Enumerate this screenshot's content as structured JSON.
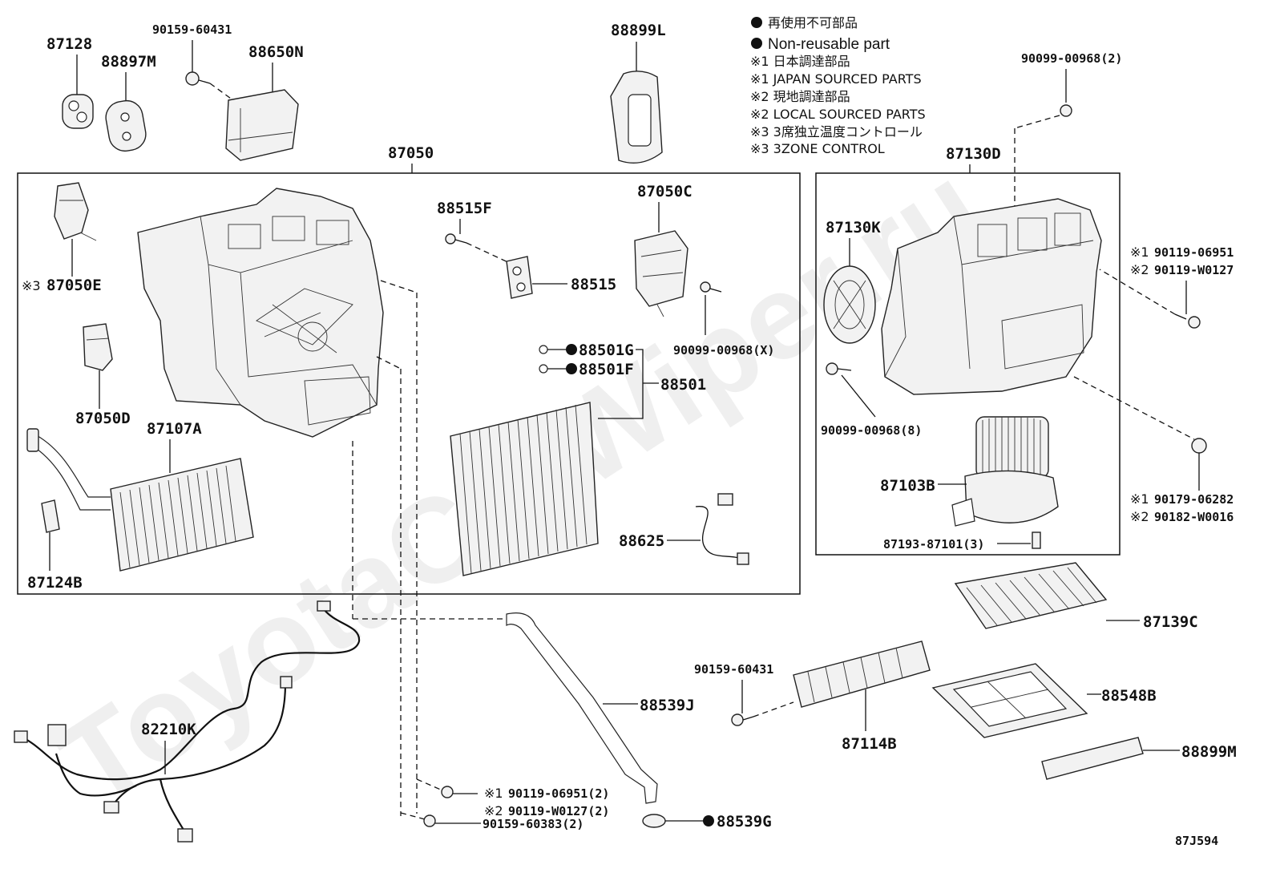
{
  "legend": {
    "line1_ja": "再使用不可部品",
    "line1_en": "Non-reusable part",
    "line2_ja": "※1 日本調達部品",
    "line2_en": "※1 JAPAN SOURCED PARTS",
    "line3_ja": "※2 現地調達部品",
    "line3_en": "※2 LOCAL SOURCED PARTS",
    "line4_ja": "※3 3席独立温度コントロール",
    "line4_en": "※3 3ZONE CONTROL"
  },
  "watermark": "ToyotaCarWiper.ru",
  "diagram_code": "87J594",
  "labels": {
    "p87128": "87128",
    "p88897M": "88897M",
    "p90159_60431_top": "90159-60431",
    "p88650N": "88650N",
    "p88899L": "88899L",
    "p87050": "87050",
    "p87130D": "87130D",
    "p90099_00968_2": "90099-00968(2)",
    "p87050C": "87050C",
    "p88515F": "88515F",
    "p88515": "88515",
    "p87050E": "87050E",
    "p87050E_mark": "※3",
    "p90099_00968_X": "90099-00968(X)",
    "p88501G": "88501G",
    "p88501F": "88501F",
    "p88501": "88501",
    "p87050D": "87050D",
    "p87107A": "87107A",
    "p88625": "88625",
    "p87124B": "87124B",
    "p87130K": "87130K",
    "p90119_06951_r": "90119-06951",
    "p90119_W0127_r": "90119-W0127",
    "mark1": "※1",
    "mark2": "※2",
    "p90099_00968_8": "90099-00968(8)",
    "p87103B": "87103B",
    "p90179_06282": "90179-06282",
    "p90182_W0016": "90182-W0016",
    "p87193_87101_3": "87193-87101(3)",
    "p87139C": "87139C",
    "p90159_60431_mid": "90159-60431",
    "p88548B": "88548B",
    "p88539J": "88539J",
    "p87114B": "87114B",
    "p88899M": "88899M",
    "p82210K": "82210K",
    "p90119_06951_2": "90119-06951(2)",
    "p90119_W0127_2": "90119-W0127(2)",
    "p90159_60383_2": "90159-60383(2)",
    "p88539G": "88539G"
  }
}
